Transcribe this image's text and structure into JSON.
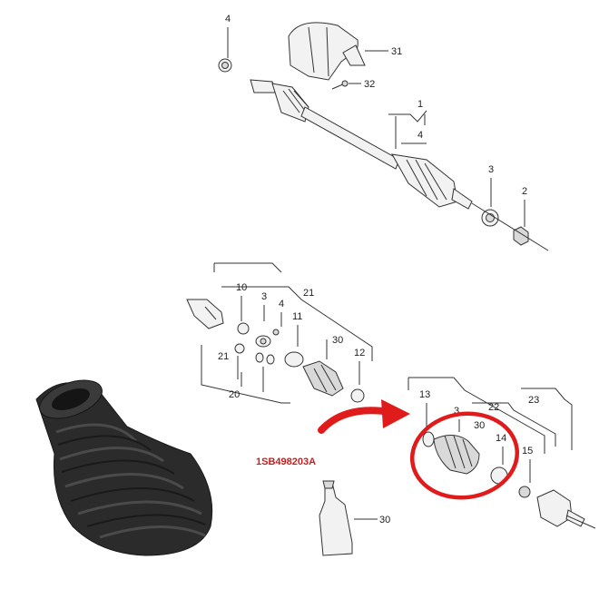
{
  "callouts": {
    "c4_top": "4",
    "c31": "31",
    "c32": "32",
    "c1": "1",
    "c4_mid": "4",
    "c3_top": "3",
    "c2": "2",
    "c10": "10",
    "c3_a": "3",
    "c4_a": "4",
    "c21_a": "21",
    "c11": "11",
    "c30_a": "30",
    "c12": "12",
    "c21_b": "21",
    "c20": "20",
    "c13": "13",
    "c3_b": "3",
    "c22": "22",
    "c23": "23",
    "c30_b": "30",
    "c14": "14",
    "c15": "15",
    "c30_c": "30"
  },
  "part_number": "1SB498203A",
  "colors": {
    "highlight": "#e01b1b",
    "arrow": "#e01b1b",
    "line": "#333333",
    "boot": "#2b2b2b"
  }
}
